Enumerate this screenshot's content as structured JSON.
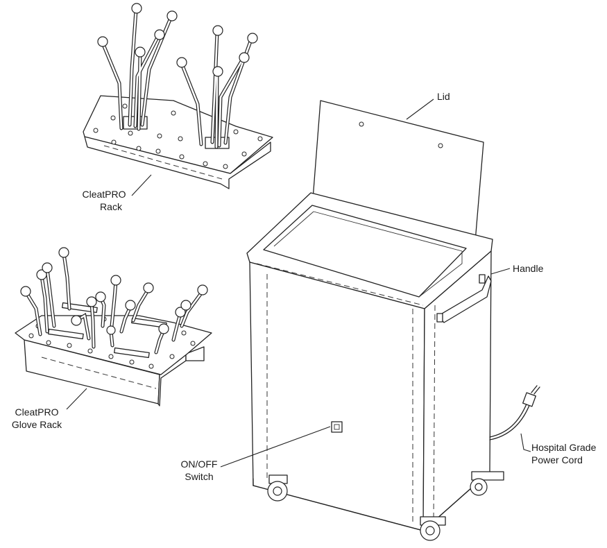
{
  "labels": {
    "lid": "Lid",
    "handle": "Handle",
    "power_cord": [
      "Hospital Grade",
      "Power Cord"
    ],
    "switch": [
      "ON/OFF",
      "Switch"
    ],
    "rack": [
      "CleatPRO",
      "Rack"
    ],
    "glove_rack": [
      "CleatPRO",
      "Glove Rack"
    ]
  }
}
